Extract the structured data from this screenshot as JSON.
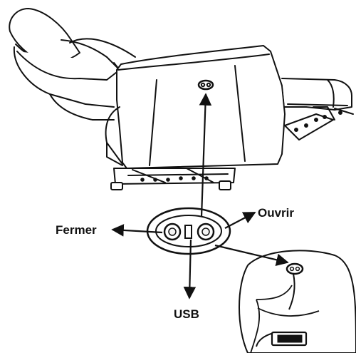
{
  "labels": {
    "close": "Fermer",
    "open": "Ouvrir",
    "usb": "USB"
  },
  "colors": {
    "ink": "#111111",
    "background": "#ffffff",
    "light_fill": "#f4f4f4"
  },
  "icons": {
    "control_panel": "dual-button-control-icon",
    "usb_port": "usb-port-icon",
    "battery": "battery-pack-icon"
  }
}
